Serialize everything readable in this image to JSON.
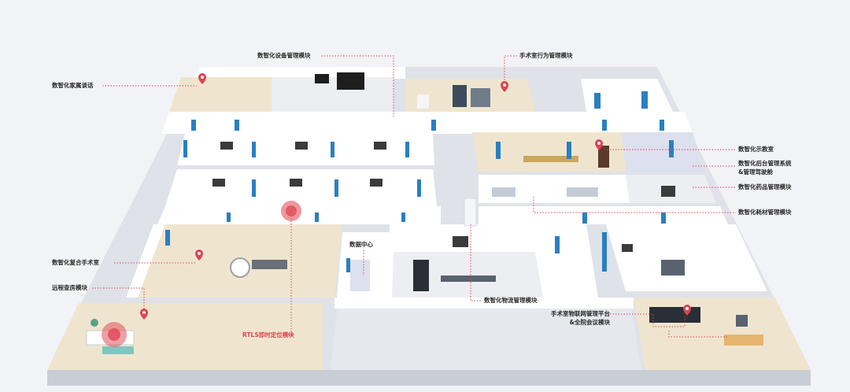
{
  "labels": {
    "device_mgmt": "数智化设备管理模块",
    "or_behavior": "手术室行为管理模块",
    "family_talk": "数智化家属谈话",
    "teaching": "数智化示教室",
    "backend_line1": "数智化后台管理系统",
    "backend_line2": "&管理驾驶舱",
    "pharmacy": "数智化药品管理模块",
    "consumables": "数智化耗材管理模块",
    "hybrid_or": "数智化复合手术室",
    "remote_ward": "远程查房模块",
    "datacenter": "数据中心",
    "logistics": "数智化物流管理模块",
    "iot_line1": "手术室物联网管理平台",
    "iot_line2": "&全院会议模块",
    "rtls": "RTLS即时定位模块"
  },
  "colors": {
    "accent_red": "#e0424f",
    "beige_room": "#efe5cf",
    "wall": "#ffffff",
    "floor": "#dfe2e9",
    "door_blue": "#2a7fc1"
  }
}
